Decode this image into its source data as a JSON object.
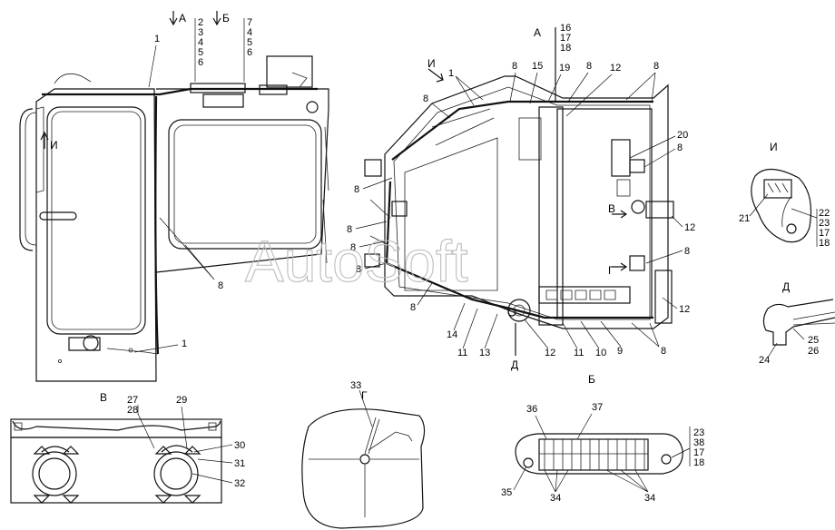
{
  "watermark": "AutoSoft",
  "view_labels": {
    "A_top": "А",
    "B_top": "Б",
    "A_right": "А",
    "I_arrow": "И",
    "I_side": "И",
    "V_left": "В",
    "V_view": "В",
    "G_view": "Г",
    "G_arrow": "Г",
    "B_view": "Б",
    "B_arrow": "В",
    "I_view": "И",
    "D_view": "Д",
    "D_arrow": "Д"
  },
  "callouts": {
    "left": {
      "c1a": "1",
      "c1b": "1",
      "c8": "8",
      "stackA": [
        "2",
        "3",
        "4",
        "5",
        "6"
      ],
      "stackB": [
        "7",
        "4",
        "5",
        "6"
      ]
    },
    "right": {
      "stack1": [
        "16",
        "17",
        "18"
      ],
      "n8a": "8",
      "n15": "15",
      "n19": "19",
      "n8b": "8",
      "n12a": "12",
      "n8c": "8",
      "n1": "1",
      "n8d": "8",
      "n20": "20",
      "n8e": "8",
      "n8f": "8",
      "n8g": "8",
      "n8h": "8",
      "n8i": "8",
      "n12b": "12",
      "n8j": "8",
      "n12c": "12",
      "n8k": "8",
      "n14": "14",
      "n11a": "11",
      "n13": "13",
      "n12d": "12",
      "n11b": "11",
      "n10": "10",
      "n9": "9",
      "n8l": "8"
    },
    "view_I": {
      "n21": "21",
      "stack": [
        "22",
        "23",
        "17",
        "18"
      ]
    },
    "view_D": {
      "n24": "24",
      "stack": [
        "25",
        "26"
      ]
    },
    "view_V": {
      "stackA": [
        "27",
        "28"
      ],
      "n29": "29",
      "n30": "30",
      "n31": "31",
      "n32": "32"
    },
    "view_G": {
      "n33": "33"
    },
    "view_B": {
      "n36": "36",
      "n37": "37",
      "stack": [
        "23",
        "38",
        "17",
        "18"
      ],
      "n35": "35",
      "n34a": "34",
      "n34b": "34"
    }
  }
}
